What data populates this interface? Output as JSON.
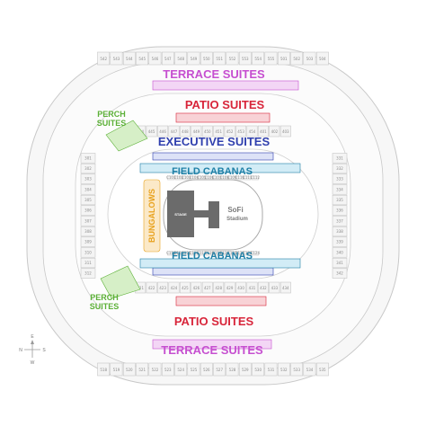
{
  "map": {
    "labels": {
      "terrace_suites": "TERRACE SUITES",
      "patio_suites": "PATIO SUITES",
      "executive_suites": "EXECUTIVE SUITES",
      "field_cabanas": "FIELD CABANAS",
      "perch": "PERCH",
      "suites": "SUITES",
      "bungalows": "BUNGALOWS",
      "stage": "STAGE",
      "sofi": "SoFi",
      "stadium": "Stadium"
    },
    "compass": {
      "north": "N",
      "east": "E",
      "south": "S",
      "west": "W"
    },
    "colors": {
      "terrace": "#c64fd0",
      "patio": "#d8253a",
      "executive": "#2f3fae",
      "cabanas": "#1e7fa6",
      "perch": "#5bb036",
      "bungalows": "#e8a21e",
      "seat_fill": "#f4f4f4",
      "seat_stroke": "#bdbdbd"
    },
    "sections": {
      "upper_top": [
        "542",
        "543",
        "544",
        "545",
        "546",
        "547",
        "548",
        "549",
        "550",
        "551",
        "552",
        "553",
        "554",
        "555",
        "501",
        "502",
        "503",
        "504"
      ],
      "upper_bottom": [
        "518",
        "519",
        "520",
        "521",
        "522",
        "523",
        "524",
        "525",
        "526",
        "527",
        "528",
        "529",
        "530",
        "531",
        "532",
        "533",
        "534",
        "535"
      ],
      "mid_top": [
        "444",
        "445",
        "446",
        "447",
        "448",
        "449",
        "450",
        "451",
        "452",
        "453",
        "454",
        "401",
        "402",
        "403"
      ],
      "mid_bottom": [
        "421",
        "422",
        "423",
        "424",
        "425",
        "426",
        "427",
        "428",
        "429",
        "430",
        "431",
        "432",
        "433",
        "434"
      ],
      "lower_top": [
        "C101",
        "C102",
        "C103",
        "C104",
        "C105",
        "C106",
        "C107",
        "C108",
        "C109",
        "C110",
        "C111",
        "C112"
      ],
      "lower_bottom": [
        "C113",
        "C114",
        "C115",
        "C116",
        "C117",
        "C118",
        "C119",
        "C120",
        "C121",
        "C122",
        "C123",
        "C124"
      ],
      "left_side": [
        "301",
        "302",
        "303",
        "304",
        "305",
        "306",
        "307",
        "308",
        "309",
        "310",
        "311",
        "312"
      ],
      "right_side": [
        "331",
        "332",
        "333",
        "334",
        "335",
        "336",
        "337",
        "338",
        "339",
        "340",
        "341",
        "342"
      ]
    }
  }
}
